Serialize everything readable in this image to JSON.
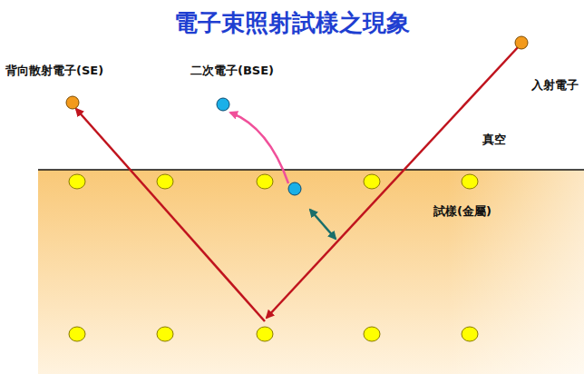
{
  "diagram": {
    "title": "電子束照射試樣之現象",
    "labels": [
      "背向散射電子(SE)",
      "二次電子(BSE)",
      "入射電子",
      "真空",
      "試樣(金屬)"
    ]
  }
}
